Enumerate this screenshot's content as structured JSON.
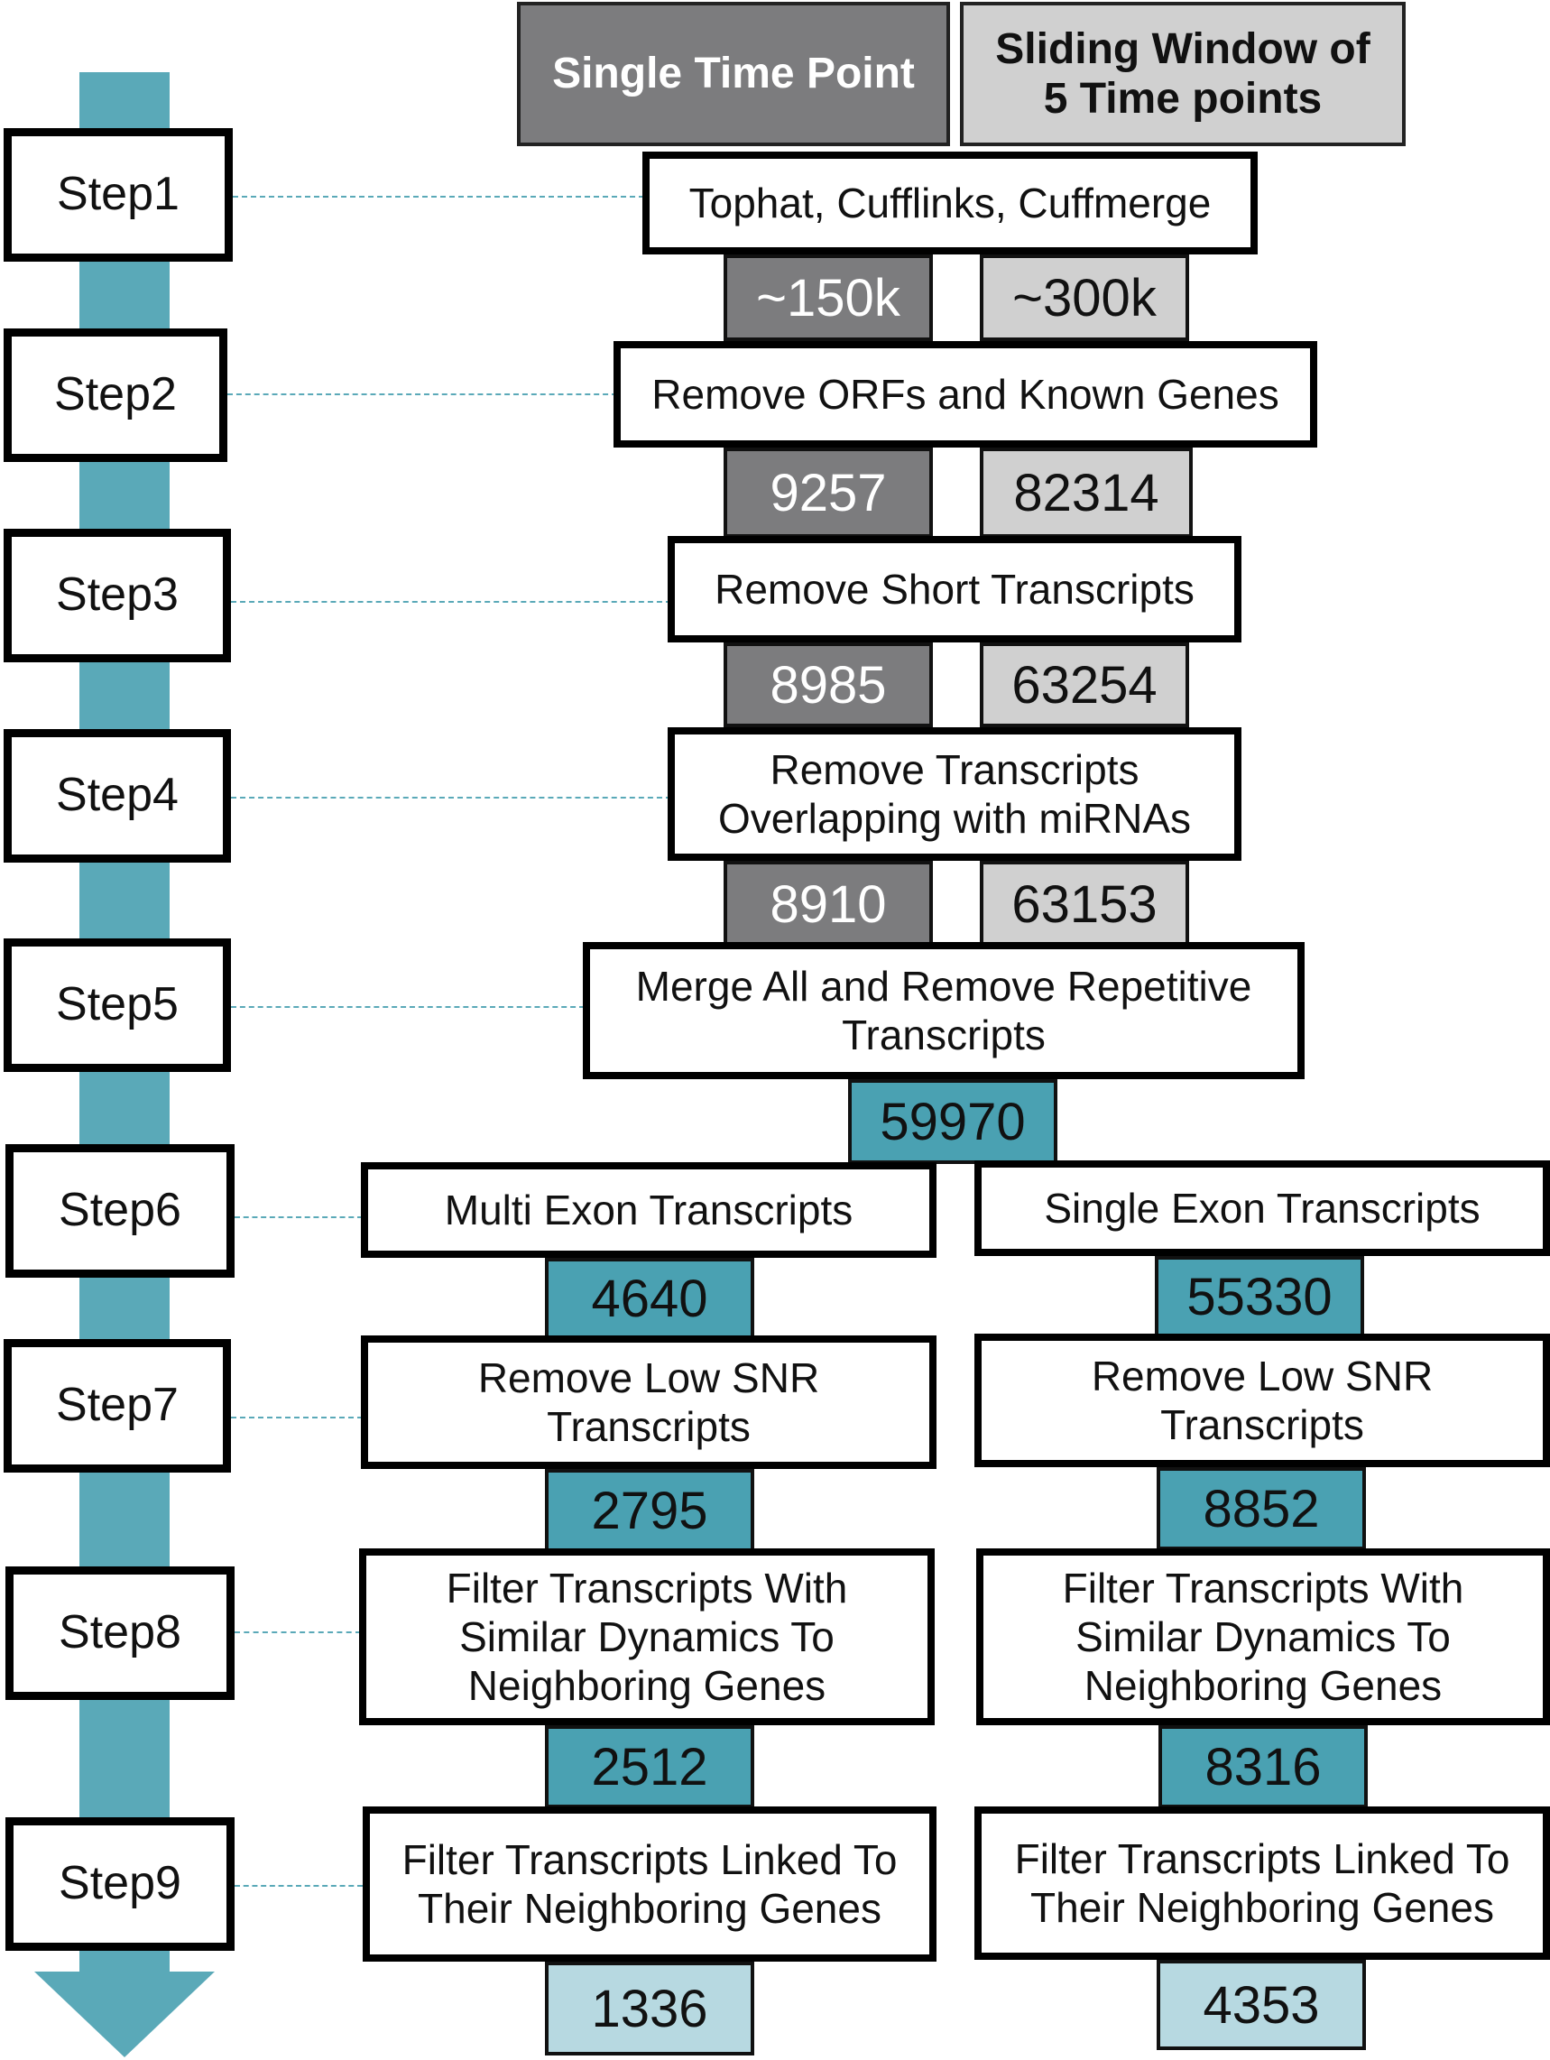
{
  "headers": {
    "single": "Single Time Point",
    "sliding": "Sliding Window of\n5 Time points"
  },
  "steps": [
    "Step1",
    "Step2",
    "Step3",
    "Step4",
    "Step5",
    "Step6",
    "Step7",
    "Step8",
    "Step9"
  ],
  "process": {
    "s1": "Tophat, Cufflinks, Cuffmerge",
    "s2": "Remove ORFs and Known Genes",
    "s3": "Remove Short Transcripts",
    "s4": "Remove Transcripts\nOverlapping with miRNAs",
    "s5": "Merge All and Remove Repetitive\nTranscripts",
    "s6_multi": "Multi Exon Transcripts",
    "s6_single": "Single Exon Transcripts",
    "s7_multi": "Remove Low SNR\nTranscripts",
    "s7_single": "Remove Low SNR\nTranscripts",
    "s8_multi": "Filter Transcripts With\nSimilar Dynamics To\nNeighboring Genes",
    "s8_single": "Filter Transcripts With\nSimilar Dynamics To\nNeighboring Genes",
    "s9_multi": "Filter Transcripts Linked To\nTheir Neighboring Genes",
    "s9_single": "Filter Transcripts Linked To\nTheir Neighboring Genes"
  },
  "counts": {
    "s1_single": "~150k",
    "s1_sliding": "~300k",
    "s2_single": "9257",
    "s2_sliding": "82314",
    "s3_single": "8985",
    "s3_sliding": "63254",
    "s4_single": "8910",
    "s4_sliding": "63153",
    "s5_merged": "59970",
    "s6_multi": "4640",
    "s6_single": "55330",
    "s7_multi": "2795",
    "s7_single": "8852",
    "s8_multi": "2512",
    "s8_single": "8316",
    "s9_multi": "1336",
    "s9_single": "4353"
  },
  "colors": {
    "single_time_point": "#7c7c7e",
    "sliding_window": "#d0d0d0",
    "merged": "#4aa1b2",
    "final": "#b7d9e1",
    "arrow": "#5aa9b8"
  }
}
